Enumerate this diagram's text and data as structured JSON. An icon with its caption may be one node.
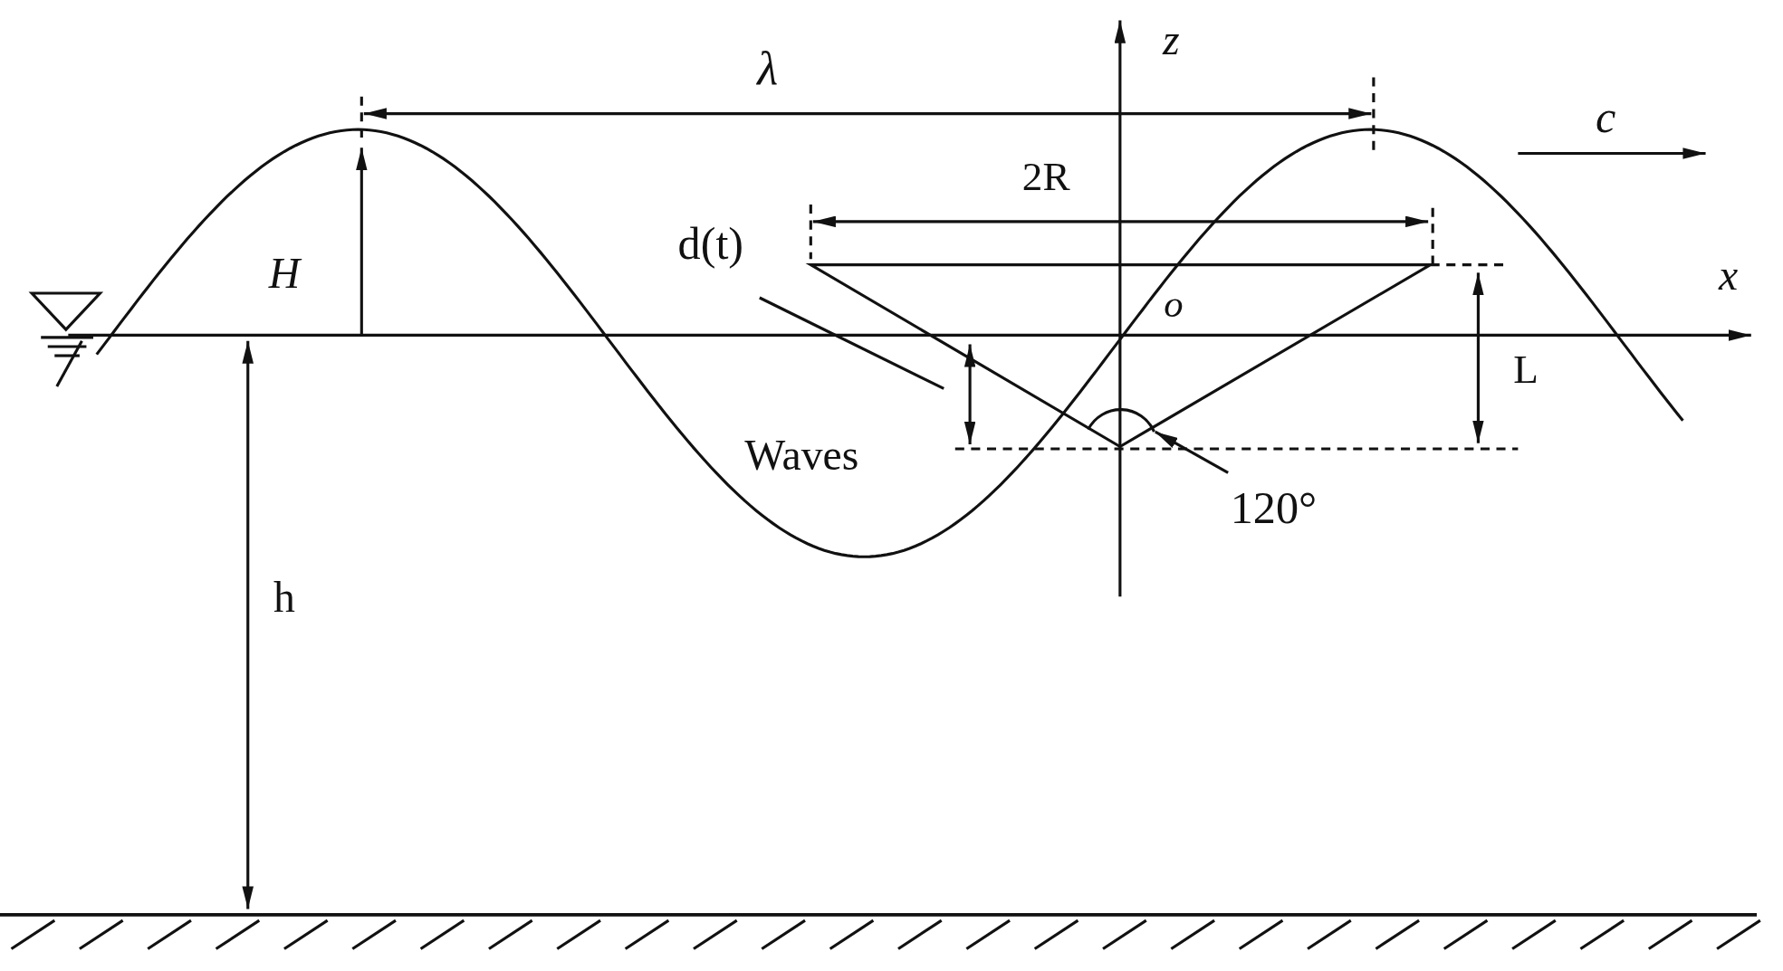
{
  "diagram": {
    "nodes": [
      {
        "text": [
          "d(t)"
        ]
      },
      {
        "text": [
          "120°"
        ]
      },
      {
        "text": [],
        "shape": "arc"
      }
    ],
    "edges": [
      {
        "from": 0,
        "to": null,
        "arrow": "none"
      },
      {
        "from": 1,
        "to": 2,
        "arrow": "to"
      }
    ],
    "labels": [
      "λ",
      "z",
      "c",
      "2R",
      "x",
      "H",
      "o",
      "L",
      "Waves",
      "h"
    ]
  }
}
